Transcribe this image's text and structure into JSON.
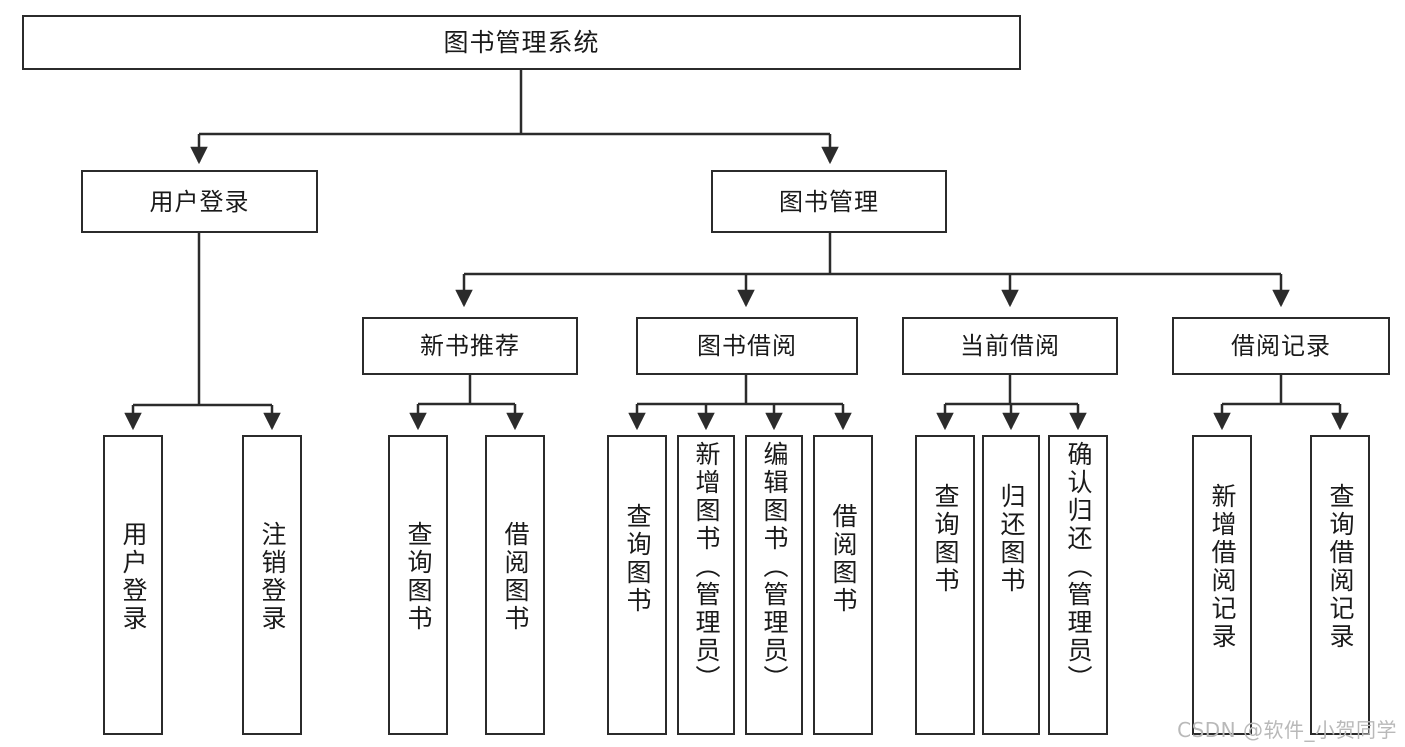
{
  "diagram": {
    "title": "图书管理系统",
    "type": "tree-hierarchy-diagram",
    "watermark": "CSDN @软件_小贺同学",
    "colors": {
      "stroke": "#2b2b2b",
      "fill": "#ffffff",
      "text": "#1a1a1a",
      "watermark": "#b9b9b9"
    },
    "nodes": {
      "root": {
        "label": "图书管理系统"
      },
      "level2": [
        {
          "id": "user-login",
          "label": "用户登录"
        },
        {
          "id": "book-management",
          "label": "图书管理"
        }
      ],
      "level3": [
        {
          "id": "new-book-recommend",
          "label": "新书推荐"
        },
        {
          "id": "book-borrow",
          "label": "图书借阅"
        },
        {
          "id": "current-borrow",
          "label": "当前借阅"
        },
        {
          "id": "borrow-record",
          "label": "借阅记录"
        }
      ],
      "leaves": {
        "user_login": [
          {
            "id": "leaf-user-login",
            "label": "用户登录"
          },
          {
            "id": "leaf-user-logout",
            "label": "注销登录"
          }
        ],
        "new_book_recommend": [
          {
            "id": "leaf-query-book-1",
            "label": "查询图书"
          },
          {
            "id": "leaf-borrow-book-1",
            "label": "借阅图书"
          }
        ],
        "book_borrow": [
          {
            "id": "leaf-query-book-2",
            "label": "查询图书"
          },
          {
            "id": "leaf-add-book",
            "label": "新增图书（管理员）"
          },
          {
            "id": "leaf-edit-book",
            "label": "编辑图书（管理员）"
          },
          {
            "id": "leaf-borrow-book-2",
            "label": "借阅图书"
          }
        ],
        "current_borrow": [
          {
            "id": "leaf-query-book-3",
            "label": "查询图书"
          },
          {
            "id": "leaf-return-book",
            "label": "归还图书"
          },
          {
            "id": "leaf-confirm-return",
            "label": "确认归还（管理员）"
          }
        ],
        "borrow_record": [
          {
            "id": "leaf-add-record",
            "label": "新增借阅记录"
          },
          {
            "id": "leaf-query-record",
            "label": "查询借阅记录"
          }
        ]
      }
    }
  }
}
